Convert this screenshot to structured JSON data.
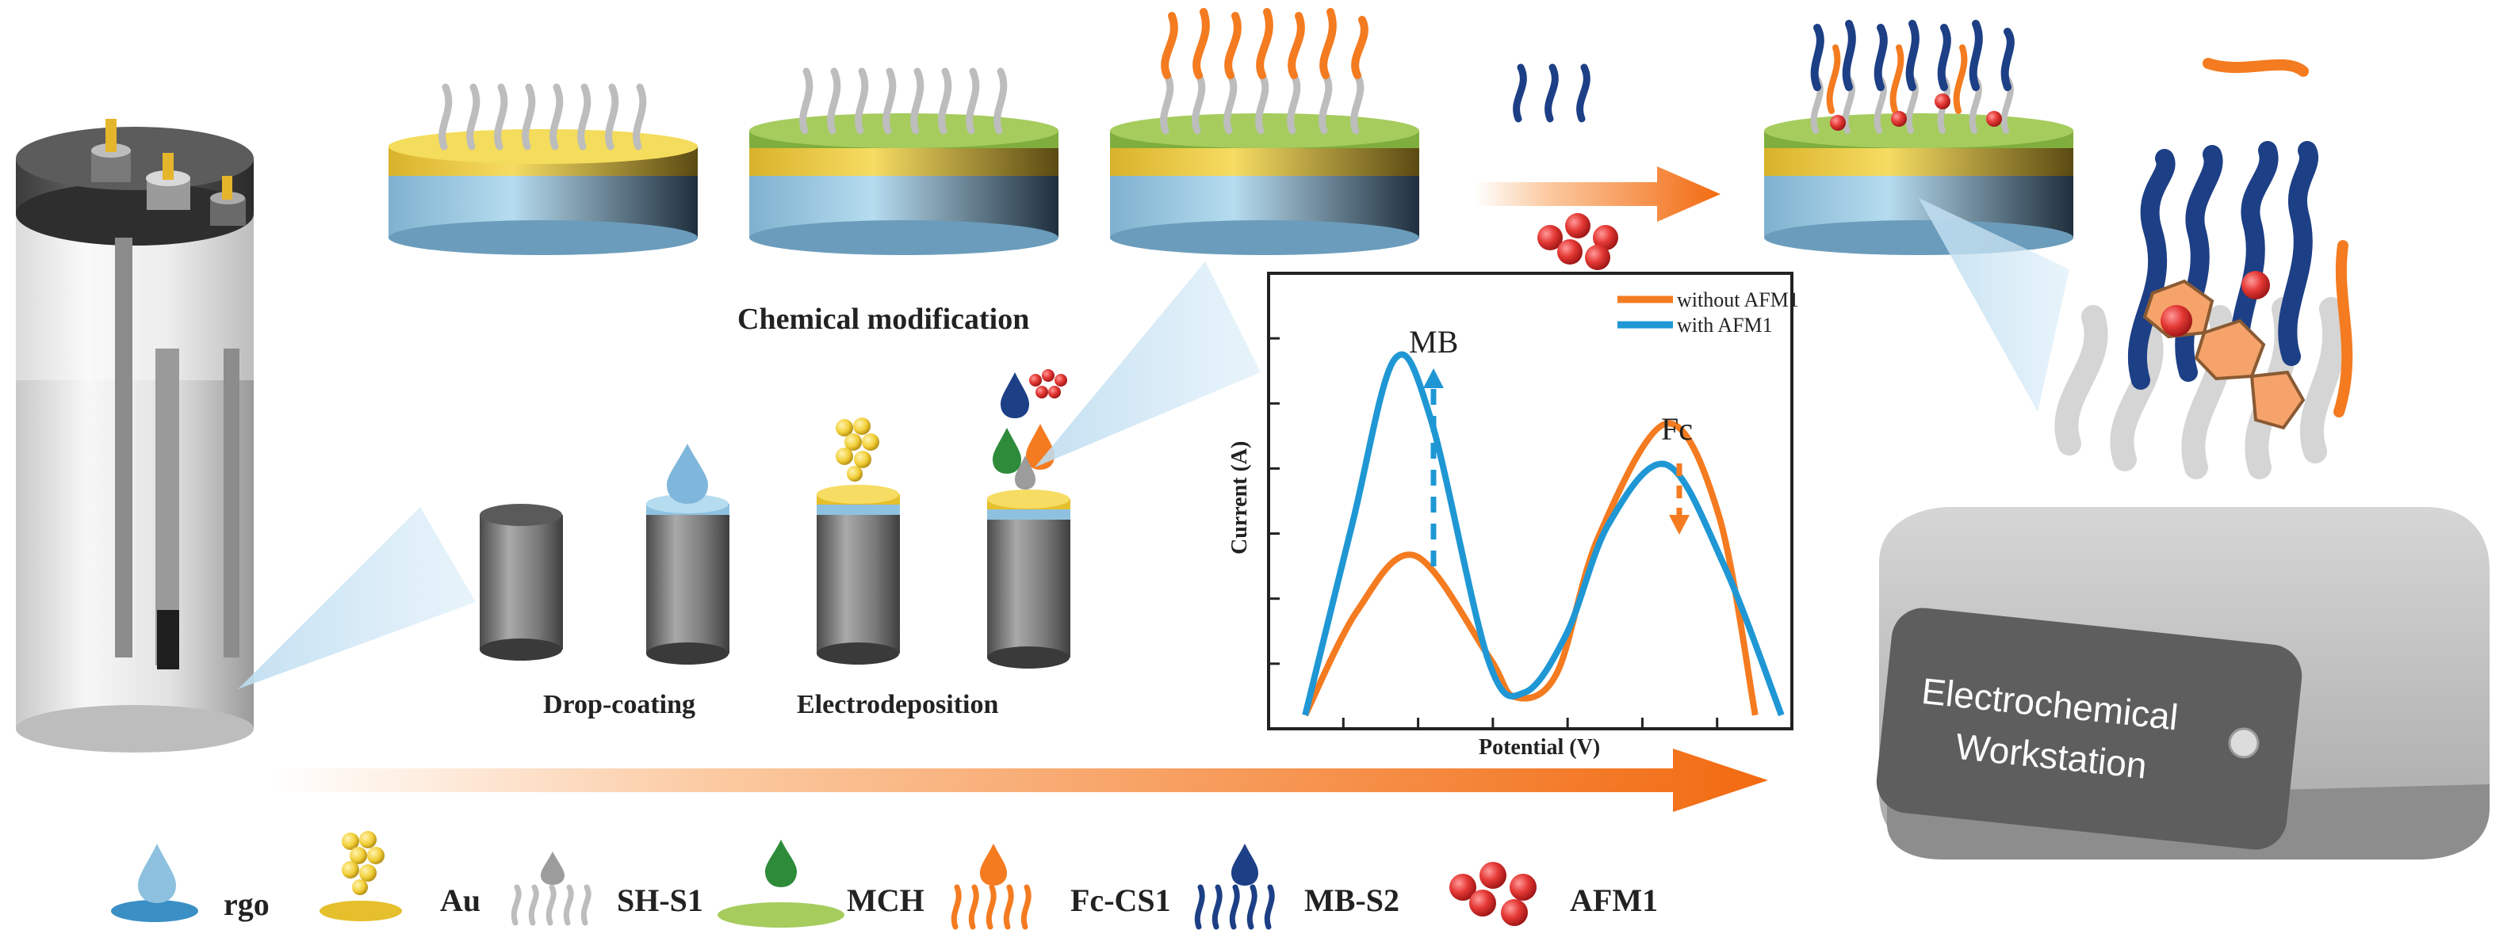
{
  "labels": {
    "chemical_modification": "Chemical modification",
    "drop_coating": "Drop-coating",
    "electrodeposition": "Electrodeposition",
    "workstation_line1": "Electrochemical",
    "workstation_line2": "Workstation"
  },
  "chart_data": {
    "type": "line",
    "xlabel": "Potential (V)",
    "ylabel": "Current (A)",
    "annotations": [
      "MB",
      "Fc"
    ],
    "legend_position": "top-right",
    "series": [
      {
        "name": "without AFM1",
        "color": "#f47b20"
      },
      {
        "name": "with AFM1",
        "color": "#1f97d4"
      }
    ]
  },
  "legend": [
    {
      "label": "rgo",
      "icon": "rgo-drop-icon"
    },
    {
      "label": "Au",
      "icon": "au-cluster-icon"
    },
    {
      "label": "SH-S1",
      "icon": "sh-s1-strand-icon"
    },
    {
      "label": "MCH",
      "icon": "mch-drop-icon"
    },
    {
      "label": "Fc-CS1",
      "icon": "fc-cs1-strand-icon"
    },
    {
      "label": "MB-S2",
      "icon": "mb-s2-strand-icon"
    },
    {
      "label": "AFM1",
      "icon": "afm1-sphere-icon"
    }
  ],
  "colors": {
    "orange": "#f47b20",
    "blue": "#1f97d4",
    "navy": "#1d3f86",
    "gold": "#f2cf38",
    "green": "#93bf45",
    "lightblue": "#9ac9e3",
    "red": "#e53935"
  }
}
